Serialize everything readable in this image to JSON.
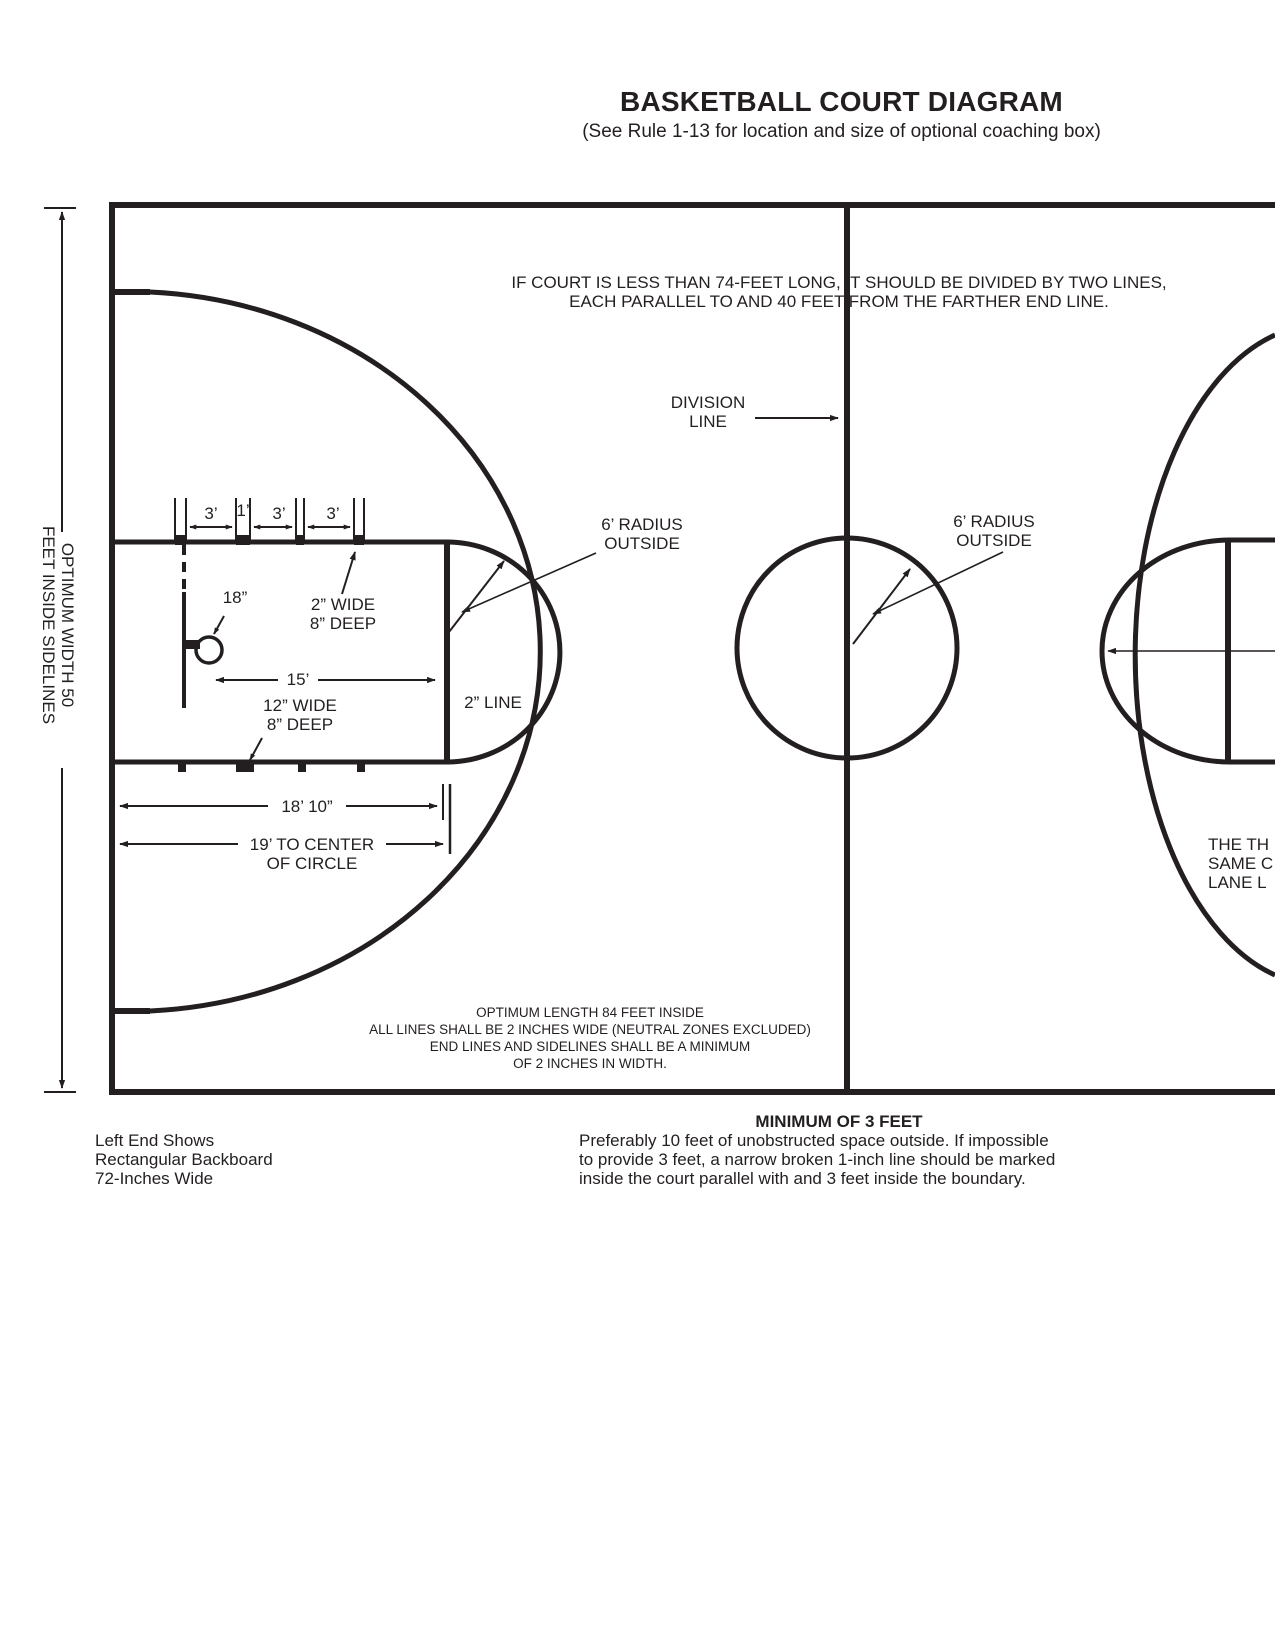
{
  "header": {
    "title": "BASKETBALL COURT DIAGRAM",
    "subtitle": "(See Rule 1-13 for location and size of optional coaching box)"
  },
  "labels": {
    "court_note_line1": "IF COURT IS LESS THAN 74-FEET LONG, IT SHOULD BE DIVIDED BY TWO LINES,",
    "court_note_line2": "EACH PARALLEL TO AND 40 FEET FROM THE FARTHER END LINE.",
    "division_line_1": "DIVISION",
    "division_line_2": "LINE",
    "radius_left_1": "6’ RADIUS",
    "radius_left_2": "OUTSIDE",
    "radius_center_1": "6’ RADIUS",
    "radius_center_2": "OUTSIDE",
    "space_3a": "3’",
    "space_1": "1’",
    "space_3b": "3’",
    "space_3c": "3’",
    "rim_18": "18”",
    "mark_small_1": "2” WIDE",
    "mark_small_2": "8” DEEP",
    "lane_15": "15’",
    "mark_big_1": "12” WIDE",
    "mark_big_2": "8” DEEP",
    "line_2in": "2” LINE",
    "dist_18_10": "18’ 10”",
    "dist_19_1": "19’ TO CENTER",
    "dist_19_2": "OF CIRCLE",
    "right_note_1": "THE TH",
    "right_note_2": "SAME  C",
    "right_note_3": "LANE L",
    "optimum_length_1": "OPTIMUM LENGTH 84 FEET INSIDE",
    "optimum_length_2": "ALL LINES SHALL BE 2 INCHES WIDE (NEUTRAL ZONES EXCLUDED)",
    "optimum_length_3": "END LINES AND SIDELINES SHALL BE A MINIMUM",
    "optimum_length_4": "OF 2 INCHES IN WIDTH.",
    "width_1": "OPTIMUM WIDTH 50",
    "width_2": "FEET INSIDE SIDELINES"
  },
  "footer": {
    "left_1": "Left End Shows",
    "left_2": "Rectangular Backboard",
    "left_3": "72-Inches Wide",
    "min_heading": "MINIMUM OF 3 FEET",
    "min_1": "Preferably 10 feet of unobstructed space outside. If impossible",
    "min_2": "to provide 3 feet, a narrow broken 1-inch line should be marked",
    "min_3": "inside the court parallel with and 3 feet inside the boundary."
  },
  "colors": {
    "ink": "#231f20",
    "background": "#ffffff"
  }
}
